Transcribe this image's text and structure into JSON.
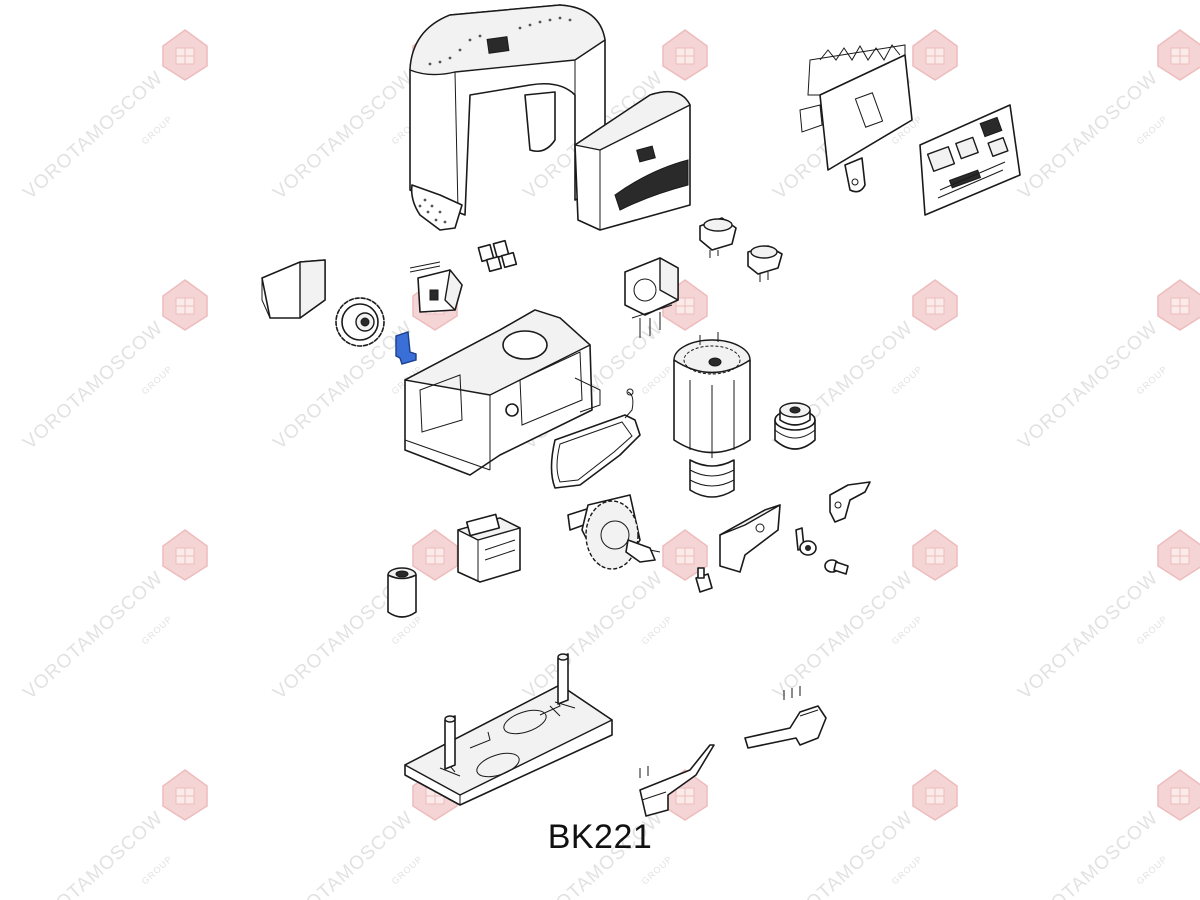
{
  "model_label": "BK221",
  "watermark": {
    "main_text": "VOROTAMOSCOW",
    "sub_text": "GROUP",
    "color": "#e2e2e2",
    "logo_color": "#f0c8c8"
  },
  "highlight_color": "#3a6fd8",
  "parts": [
    "cover-housing",
    "front-cover",
    "mounting-bracket",
    "control-board",
    "side-cap",
    "drive-gear",
    "terminal-connectors",
    "cable-gland",
    "highlighted-clip",
    "gearbox-housing",
    "gasket",
    "encoder-fan",
    "limit-switch-1",
    "limit-switch-2",
    "motor-stator",
    "motor-pulley",
    "release-lever",
    "transformer",
    "capacitor",
    "worm-shaft",
    "lever-cover",
    "lock-cylinder",
    "key",
    "foundation-plate",
    "limit-cam-left",
    "limit-cam-right"
  ]
}
